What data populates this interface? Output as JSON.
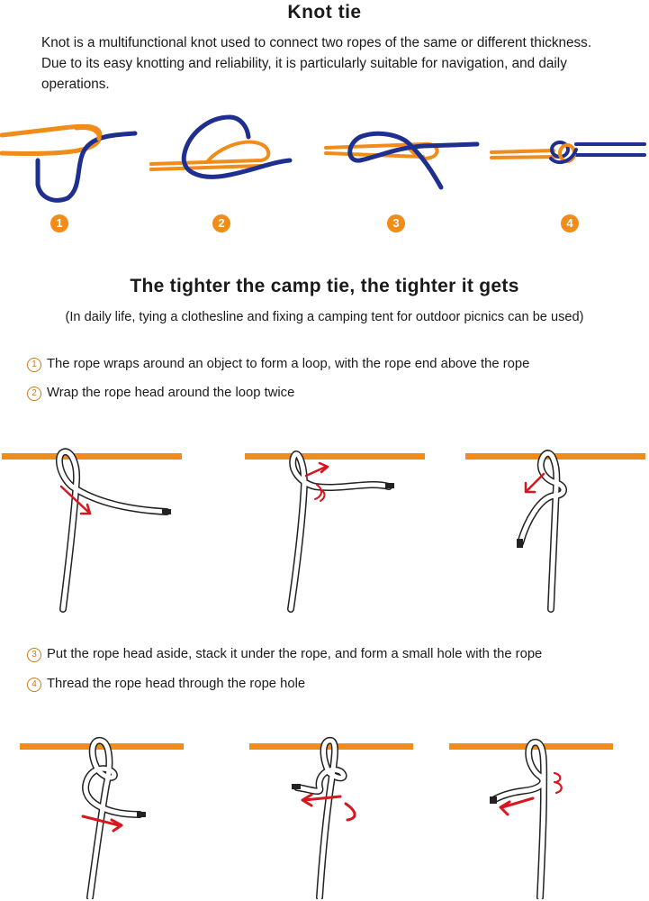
{
  "title": "Knot tie",
  "intro": "Knot is a multifunctional knot used to connect two ropes of the same or different thickness. Due to its easy knotting and reliability, it is particularly suitable for navigation, and daily operations.",
  "badges": [
    "1",
    "2",
    "3",
    "4"
  ],
  "subtitle": "The tighter the camp tie, the tighter it gets",
  "subnote": "(In daily life, tying a clothesline and fixing a camping tent for outdoor picnics can be used)",
  "steps": [
    {
      "num": "1",
      "text": "The rope wraps around an object to form a loop, with the rope end above the rope"
    },
    {
      "num": "2",
      "text": "Wrap the rope head around the loop twice"
    },
    {
      "num": "3",
      "text": "Put the rope head aside, stack it under the rope, and form a small hole with the rope"
    },
    {
      "num": "4",
      "text": "Thread the rope head through the rope hole"
    }
  ],
  "colors": {
    "orange": "#f08c1a",
    "navy": "#1f2f8f",
    "red": "#d8161d",
    "text": "#1a1a1a"
  }
}
